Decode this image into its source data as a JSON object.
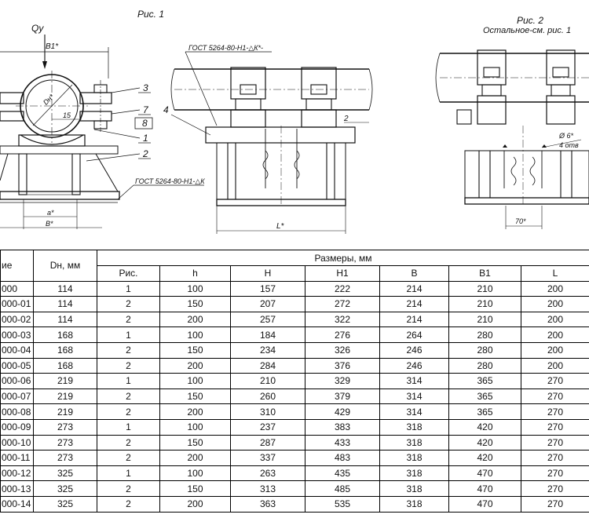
{
  "drawing": {
    "fig1_title": "Рис. 1",
    "fig2_title": "Рис. 2",
    "fig2_subtitle": "Остальное-см. рис. 1",
    "load_label": "Qy",
    "dim_b1": "B1*",
    "dim_d": "Dн*",
    "dim_15": "15",
    "dim_a": "a*",
    "dim_b": "B*",
    "dim_l": "L*",
    "dim_2": "2",
    "dim_70": "70*",
    "hole_dia": "Ø 6*",
    "hole_count": "4 отв",
    "weld_note_top": "ГОСТ 5264-80-Н1-△К*-",
    "weld_note_side": "ГОСТ 5264-80-Н1-△К",
    "callouts": [
      "3",
      "7",
      "8",
      "1",
      "2",
      "4"
    ]
  },
  "table": {
    "name_header": "ие",
    "dn_header": "Dн, мм",
    "dims_header": "Размеры, мм",
    "sub_headers": [
      "Рис.",
      "h",
      "H",
      "H1",
      "B",
      "B1",
      "L"
    ],
    "rows": [
      [
        "000",
        "114",
        "1",
        "100",
        "157",
        "222",
        "214",
        "210",
        "200"
      ],
      [
        "000-01",
        "114",
        "2",
        "150",
        "207",
        "272",
        "214",
        "210",
        "200"
      ],
      [
        "000-02",
        "114",
        "2",
        "200",
        "257",
        "322",
        "214",
        "210",
        "200"
      ],
      [
        "000-03",
        "168",
        "1",
        "100",
        "184",
        "276",
        "264",
        "280",
        "200"
      ],
      [
        "000-04",
        "168",
        "2",
        "150",
        "234",
        "326",
        "246",
        "280",
        "200"
      ],
      [
        "000-05",
        "168",
        "2",
        "200",
        "284",
        "376",
        "246",
        "280",
        "200"
      ],
      [
        "000-06",
        "219",
        "1",
        "100",
        "210",
        "329",
        "314",
        "365",
        "270"
      ],
      [
        "000-07",
        "219",
        "2",
        "150",
        "260",
        "379",
        "314",
        "365",
        "270"
      ],
      [
        "000-08",
        "219",
        "2",
        "200",
        "310",
        "429",
        "314",
        "365",
        "270"
      ],
      [
        "000-09",
        "273",
        "1",
        "100",
        "237",
        "383",
        "318",
        "420",
        "270"
      ],
      [
        "000-10",
        "273",
        "2",
        "150",
        "287",
        "433",
        "318",
        "420",
        "270"
      ],
      [
        "000-11",
        "273",
        "2",
        "200",
        "337",
        "483",
        "318",
        "420",
        "270"
      ],
      [
        "000-12",
        "325",
        "1",
        "100",
        "263",
        "435",
        "318",
        "470",
        "270"
      ],
      [
        "000-13",
        "325",
        "2",
        "150",
        "313",
        "485",
        "318",
        "470",
        "270"
      ],
      [
        "000-14",
        "325",
        "2",
        "200",
        "363",
        "535",
        "318",
        "470",
        "270"
      ]
    ]
  }
}
